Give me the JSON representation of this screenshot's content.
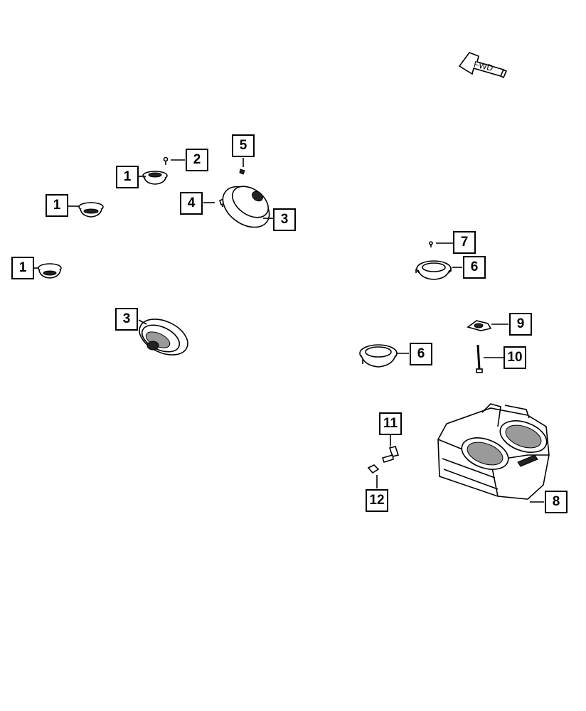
{
  "orientation": {
    "label": "FWD",
    "icon": "forward-arrow-icon"
  },
  "callouts": {
    "c1a": "1",
    "c1b": "1",
    "c1c": "1",
    "c2": "2",
    "c3a": "3",
    "c3b": "3",
    "c4": "4",
    "c5": "5",
    "c6a": "6",
    "c6b": "6",
    "c7": "7",
    "c8": "8",
    "c9": "9",
    "c10": "10",
    "c11": "11",
    "c12": "12"
  }
}
